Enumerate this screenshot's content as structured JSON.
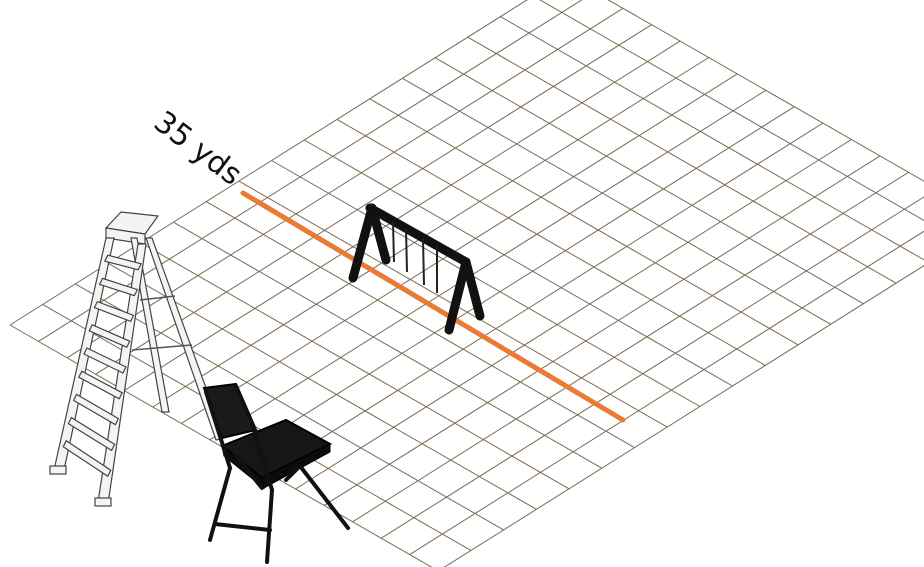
{
  "measurement": {
    "label": "35 yds",
    "line_color": "#ea7a34"
  },
  "grid": {
    "line_color": "#7a6a52"
  },
  "objects": [
    "ladder",
    "swing-set",
    "folding-chair"
  ]
}
